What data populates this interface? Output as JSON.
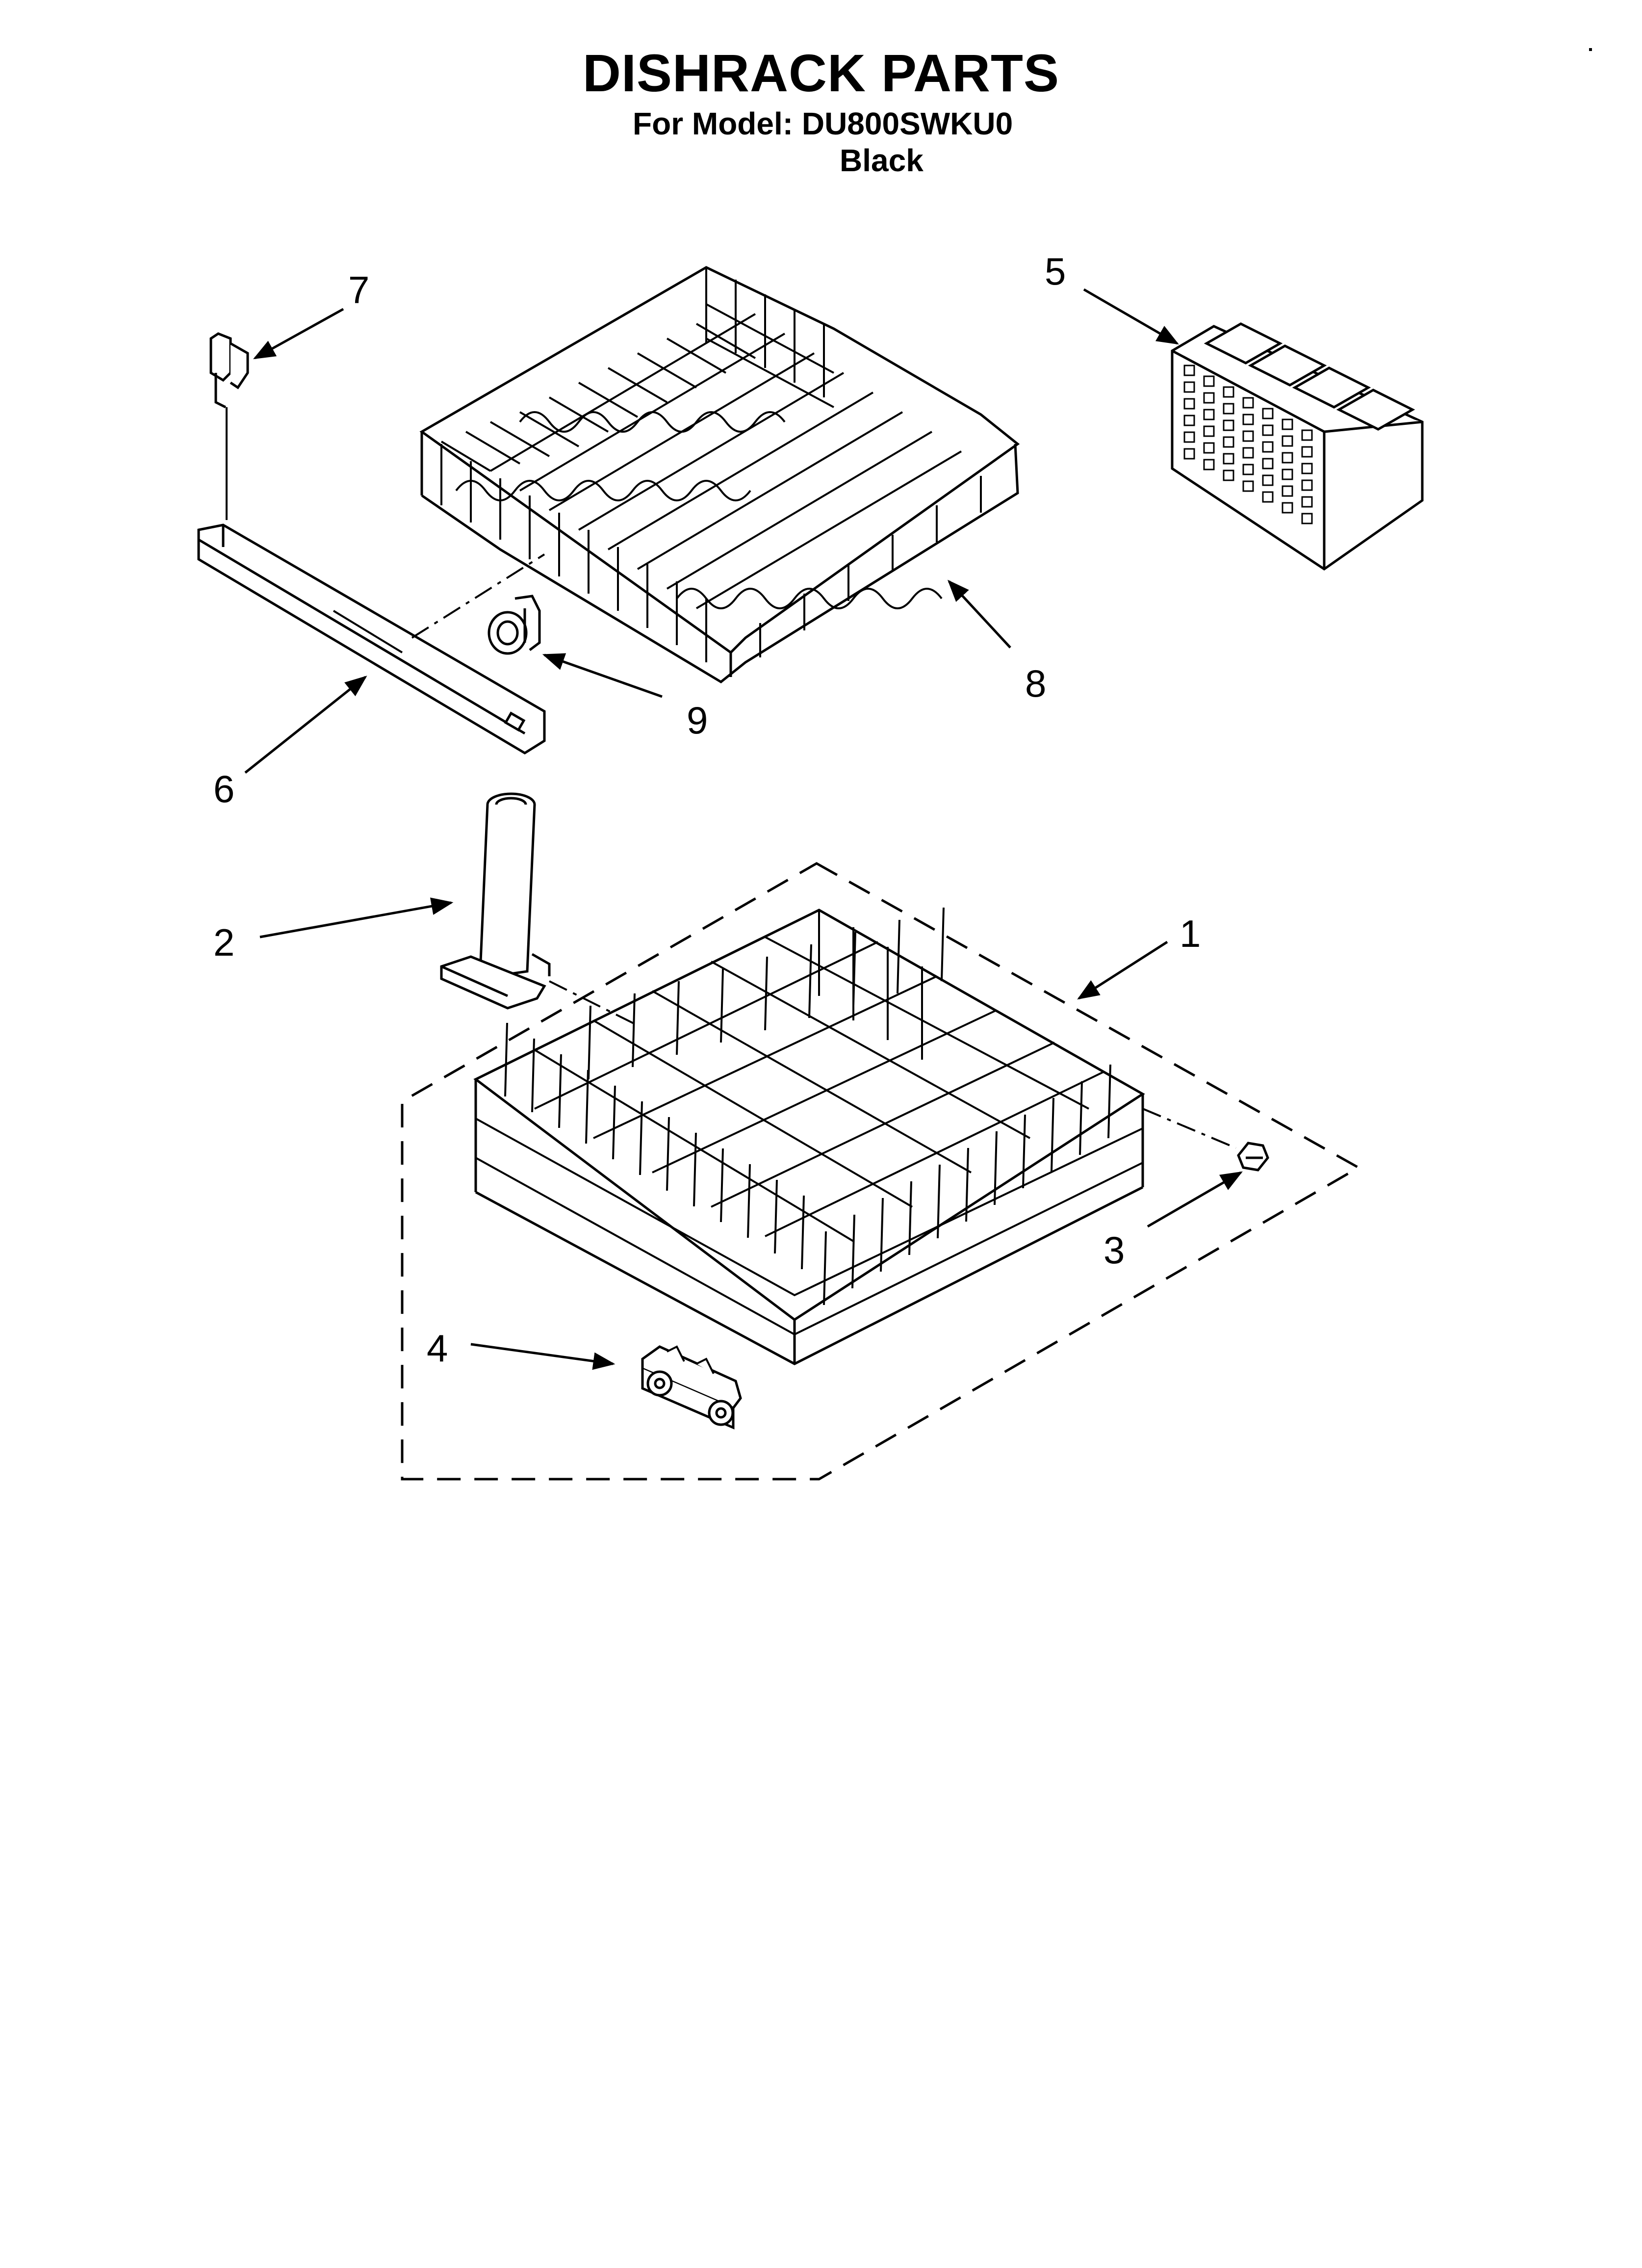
{
  "header": {
    "title": "DISHRACK PARTS",
    "model_line": "For Model: DU800SWKU0",
    "color_line": "Black"
  },
  "callouts": [
    {
      "number": "1",
      "part": "lower-dishrack"
    },
    {
      "number": "2",
      "part": "tine-post"
    },
    {
      "number": "3",
      "part": "rack-bumper"
    },
    {
      "number": "4",
      "part": "wheel-carrier"
    },
    {
      "number": "5",
      "part": "silverware-basket"
    },
    {
      "number": "6",
      "part": "track"
    },
    {
      "number": "7",
      "part": "track-stop"
    },
    {
      "number": "8",
      "part": "upper-dishrack"
    },
    {
      "number": "9",
      "part": "roller"
    }
  ]
}
